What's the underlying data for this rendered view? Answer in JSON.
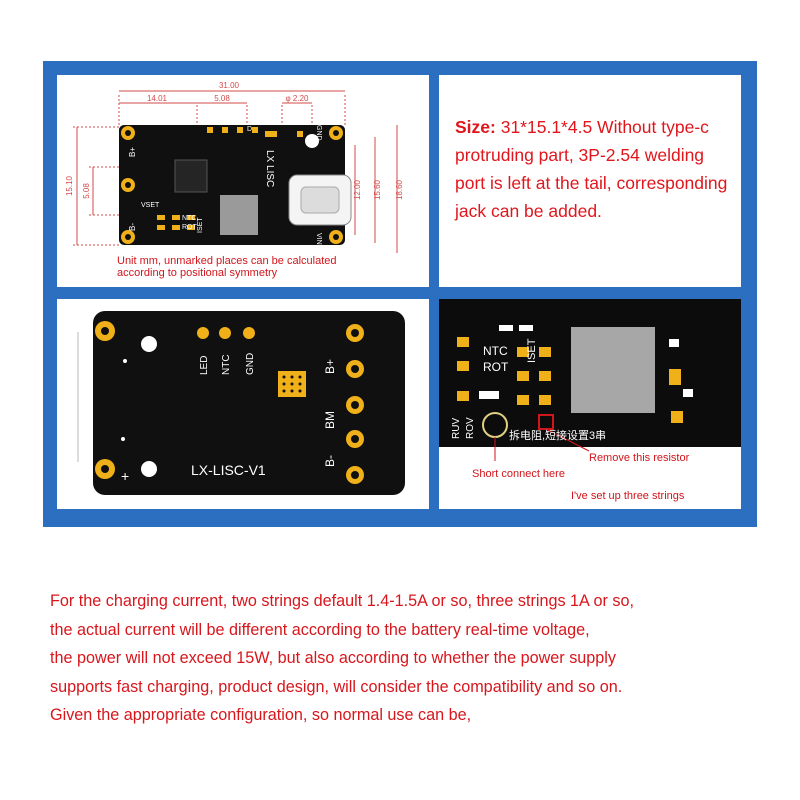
{
  "colors": {
    "frame": "#2c6fc0",
    "accent_red": "#e0161c",
    "pcb": "#101010",
    "pad_gold": "#f0b01a",
    "dim_line": "#d34a4a"
  },
  "panel_dimensions": {
    "top_total": "31.00",
    "seg_a": "14.01",
    "seg_b": "5.08",
    "hole": "φ 2.20",
    "left_outer": "15.10",
    "left_inner": "5.08",
    "right_a": "12.00",
    "right_b": "15.60",
    "right_c": "18.60",
    "note_line1": "Unit mm, unmarked places can be calculated",
    "note_line2": "according to positional symmetry",
    "pcb_labels": {
      "bplus": "B+",
      "bminus": "B-",
      "vset": "VSET",
      "ntc": "NTC",
      "rot": "ROT",
      "iset": "ISET",
      "lx_lisc": "LX LISC",
      "gnd": "GND",
      "vin": "VIN",
      "d": "D"
    }
  },
  "panel_size": {
    "label": "Size:",
    "text": " 31*15.1*4.5 Without type-c protruding part, 3P-2.54 welding port is left at the tail, corresponding jack can be added."
  },
  "panel_back": {
    "led": "LED",
    "ntc": "NTC",
    "gnd": "GND",
    "bplus": "B+",
    "bm": "BM",
    "bminus": "B-",
    "plus": "+",
    "model": "LX-LISC-V1"
  },
  "panel_closeup": {
    "ntc": "NTC",
    "rot": "ROT",
    "iset": "ISET",
    "ruv": "RUV",
    "rov": "ROV",
    "chinese": "拆电阻,短接设置3串",
    "short_connect": "Short connect here",
    "remove_resistor": "Remove this resistor",
    "three_strings": "I've set up three strings"
  },
  "description": [
    "For the charging current, two strings default 1.4-1.5A or so, three strings 1A or so,",
    "the actual current will be different according to the battery real-time voltage,",
    "the power will not exceed 15W, but also according to whether the power supply",
    "supports fast charging, product design, will consider the compatibility and so on.",
    "Given the appropriate configuration, so normal use can be,"
  ]
}
